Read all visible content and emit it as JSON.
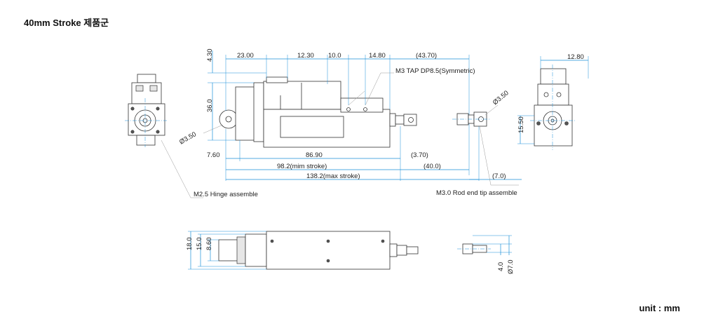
{
  "title": "40mm Stroke 제품군",
  "unit": "unit : mm",
  "dimensions": {
    "d430": "4.30",
    "d2300": "23.00",
    "d1230": "12.30",
    "d100": "10.0",
    "d1480": "14.80",
    "d4370": "(43.70)",
    "d1280": "12.80",
    "d360": "36.0",
    "dia350_left": "Ø3.50",
    "dia350_right": "Ø3.50",
    "d1550": "15.50",
    "d760": "7.60",
    "d8690": "86.90",
    "d370": "(3.70)",
    "d982": "98.2(mim stroke)",
    "d400": "(40.0)",
    "d1382": "138.2(max stroke)",
    "d70p": "(7.0)",
    "d180": "18.0",
    "d150": "15.0",
    "d860": "8.60",
    "d40": "4.0",
    "dia70": "Ø7.0"
  },
  "notes": {
    "m3_tap": "M3 TAP DP8.5(Symmetric)",
    "m25_hinge": "M2.5 Hinge assemble",
    "m30_rod": "M3.0 Rod end tip assemble"
  }
}
